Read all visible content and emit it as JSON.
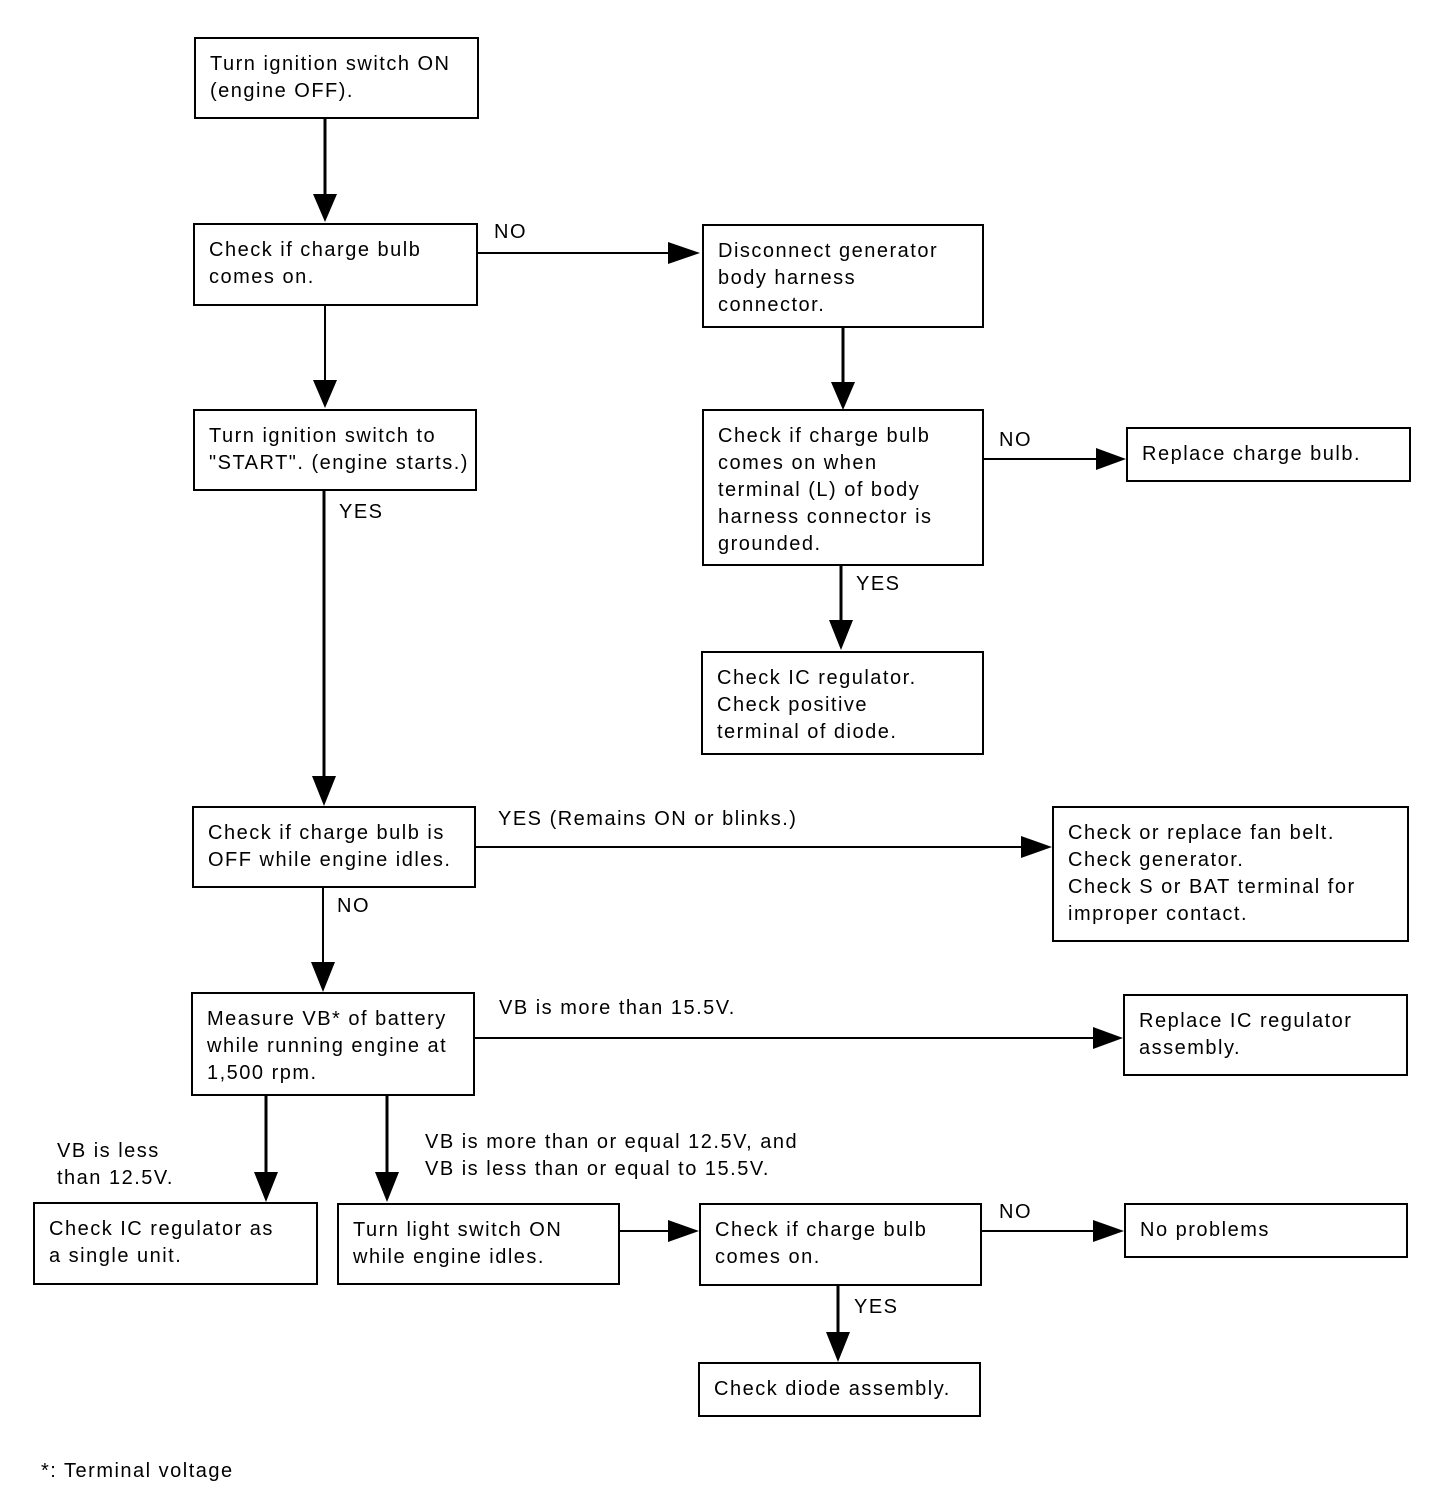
{
  "boxes": {
    "ign_on": [
      "Turn ignition switch ON",
      "(engine OFF)."
    ],
    "check_bulb1": [
      "Check if charge bulb",
      "comes on."
    ],
    "disconnect": [
      "Disconnect generator",
      "body harness",
      "connector."
    ],
    "check_ground": [
      "Check if charge bulb",
      "comes on when",
      "terminal (L) of body",
      "harness connector is",
      "grounded."
    ],
    "replace_bulb": [
      "Replace charge bulb."
    ],
    "check_ic_diode": [
      "Check IC regulator.",
      "Check positive",
      "terminal of diode."
    ],
    "ign_start": [
      "Turn ignition switch to",
      "\"START\". (engine starts.)"
    ],
    "check_off_idle": [
      "Check if charge bulb is",
      "OFF while engine idles."
    ],
    "fan_belt": [
      "Check or replace fan belt.",
      "Check generator.",
      "Check S or BAT terminal for",
      "improper contact."
    ],
    "measure_vb": [
      "Measure VB* of battery",
      "while running engine at",
      "1,500 rpm."
    ],
    "replace_ic": [
      "Replace IC regulator",
      "assembly."
    ],
    "check_ic_single": [
      "Check IC regulator as",
      "a single unit."
    ],
    "light_on": [
      "Turn light switch ON",
      "while engine idles."
    ],
    "check_bulb2": [
      "Check if charge bulb",
      "comes on."
    ],
    "no_problems": [
      "No problems"
    ],
    "check_diode": [
      "Check diode assembly."
    ]
  },
  "labels": {
    "no1": "NO",
    "no2": "NO",
    "yes1": "YES",
    "yes2": "YES",
    "yes_remains": "YES (Remains ON or blinks.)",
    "no3": "NO",
    "vb_more": "VB is more than 15.5V.",
    "vb_less_1": "VB is less",
    "vb_less_2": "than 12.5V.",
    "vb_mid_1": "VB is more than or equal 12.5V, and",
    "vb_mid_2": "VB is less than or equal to 15.5V.",
    "no4": "NO",
    "yes3": "YES"
  },
  "footnote": "*: Terminal voltage"
}
